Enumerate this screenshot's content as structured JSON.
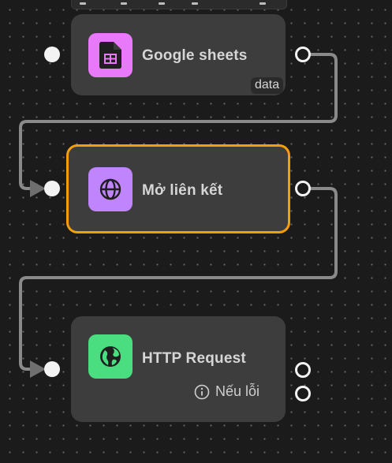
{
  "canvas": {
    "edge_color": "#8a8a8a",
    "selection_color": "#f59e0b"
  },
  "nodes": [
    {
      "title": "Google sheets",
      "icon": "google-sheets-icon",
      "icon_bg": "#e879f9",
      "output_label": "data",
      "selected": false
    },
    {
      "title": "Mở liên kết",
      "icon": "globe-icon",
      "icon_bg": "#c084fc",
      "selected": true
    },
    {
      "title": "HTTP Request",
      "icon": "globe-filled-icon",
      "icon_bg": "#4ade80",
      "error_label": "Nếu lỗi",
      "selected": false
    }
  ]
}
